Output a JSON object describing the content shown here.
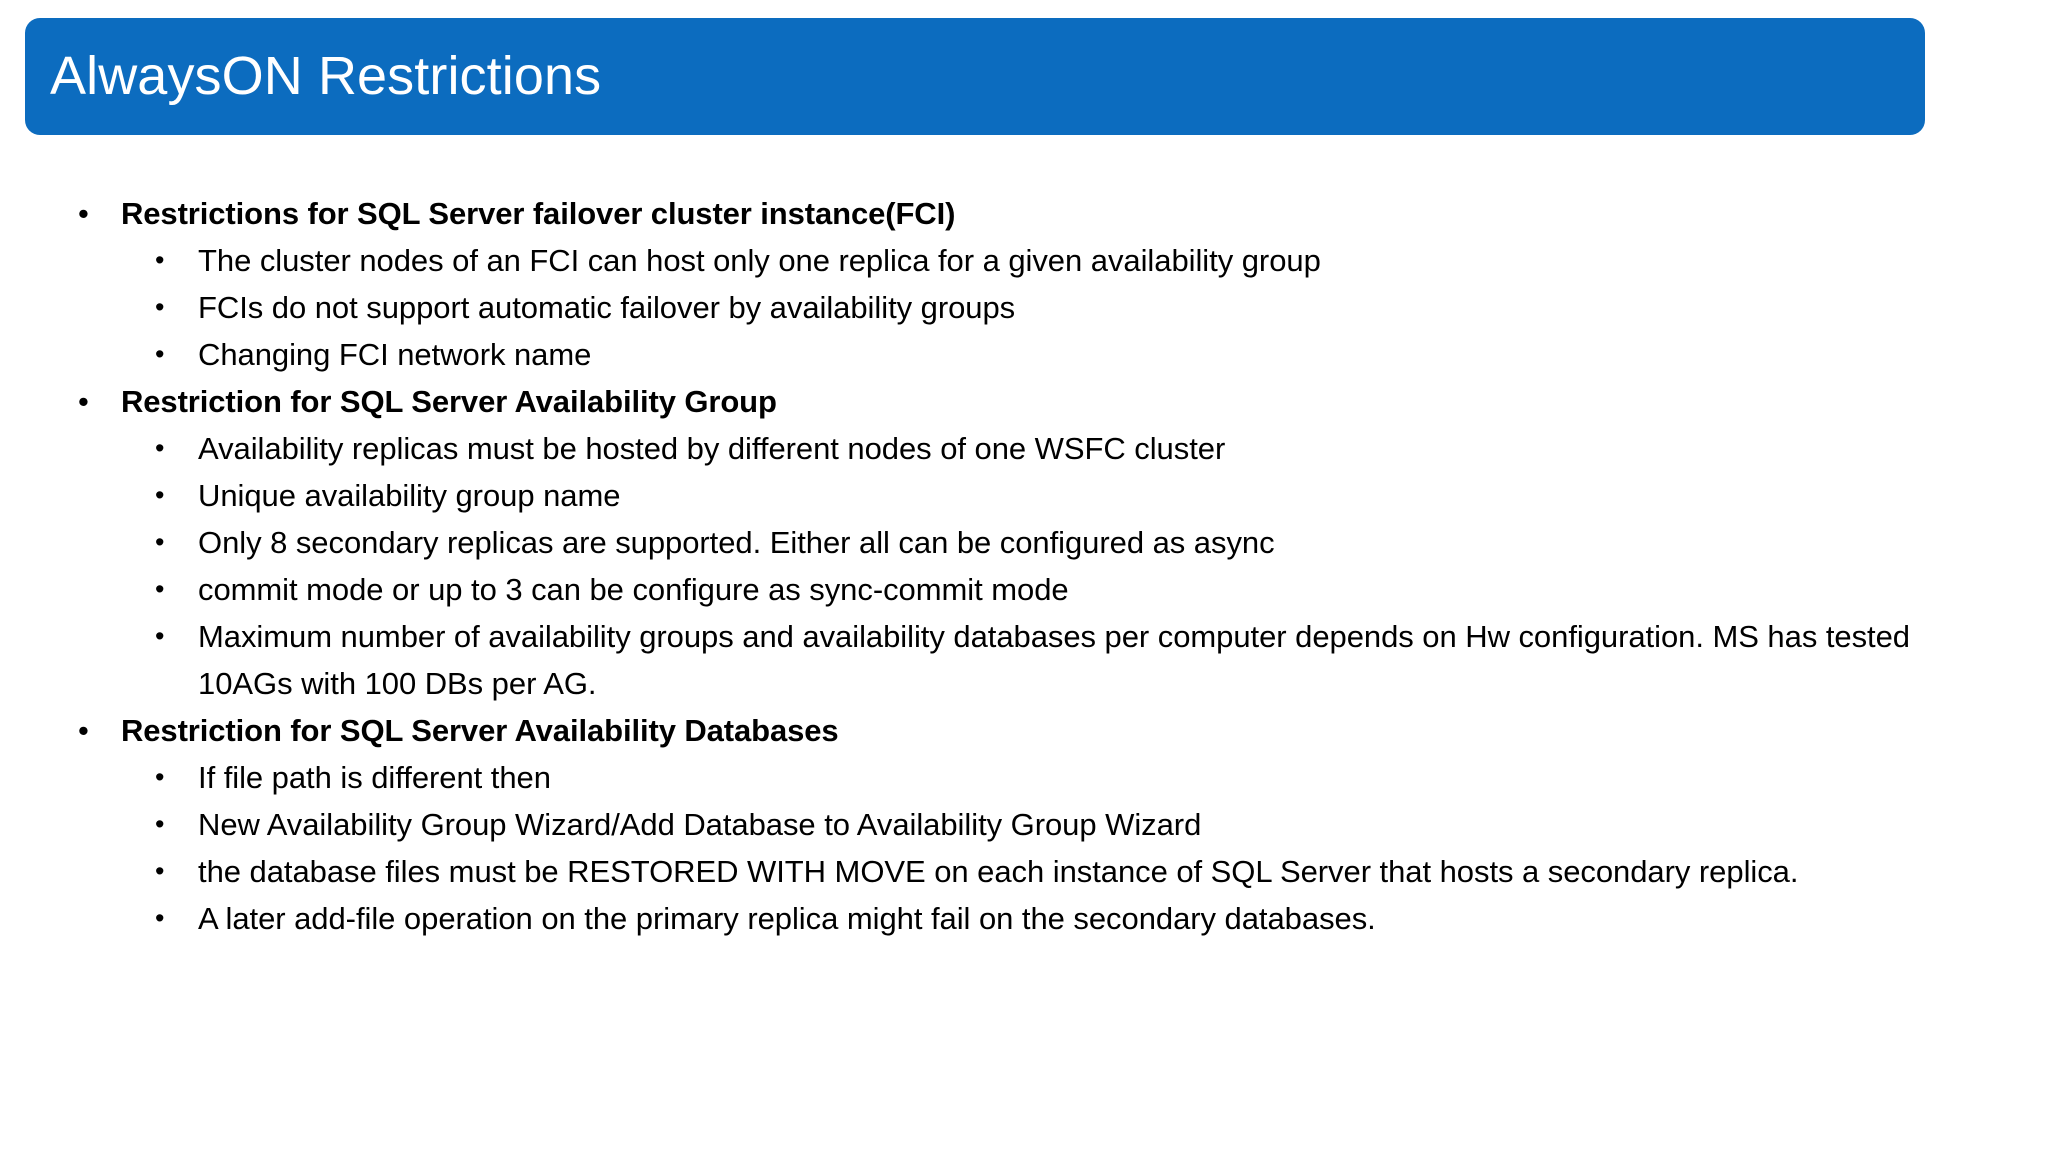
{
  "slide": {
    "title": "AlwaysON Restrictions",
    "accent_color": "#0c6cbf",
    "text_color": "#000000",
    "background_color": "#ffffff",
    "bullet_glyph": "•",
    "sections": [
      {
        "heading": "Restrictions for SQL Server failover cluster instance(FCI)",
        "items": [
          "The cluster nodes of an FCI can host only one replica for a given availability group",
          "FCIs do not support automatic failover by availability groups",
          "Changing FCI network name"
        ]
      },
      {
        "heading": "Restriction for SQL Server Availability Group",
        "items": [
          "Availability replicas must be hosted by different nodes of one WSFC cluster",
          "Unique availability group name",
          "Only 8 secondary replicas are supported. Either all can be configured as async",
          "commit mode or up to 3 can be configure as sync-commit mode",
          "Maximum number of availability groups and availability databases per computer depends on Hw configuration. MS has tested 10AGs with 100 DBs per AG."
        ]
      },
      {
        "heading": "Restriction for SQL Server Availability Databases",
        "items": [
          "If file path is different then",
          "New Availability Group Wizard/Add Database to Availability Group Wizard",
          "the database files must be RESTORED WITH MOVE on each instance of SQL Server that hosts a secondary replica.",
          "A later add-file operation on the primary replica might fail on the secondary databases."
        ]
      }
    ]
  }
}
